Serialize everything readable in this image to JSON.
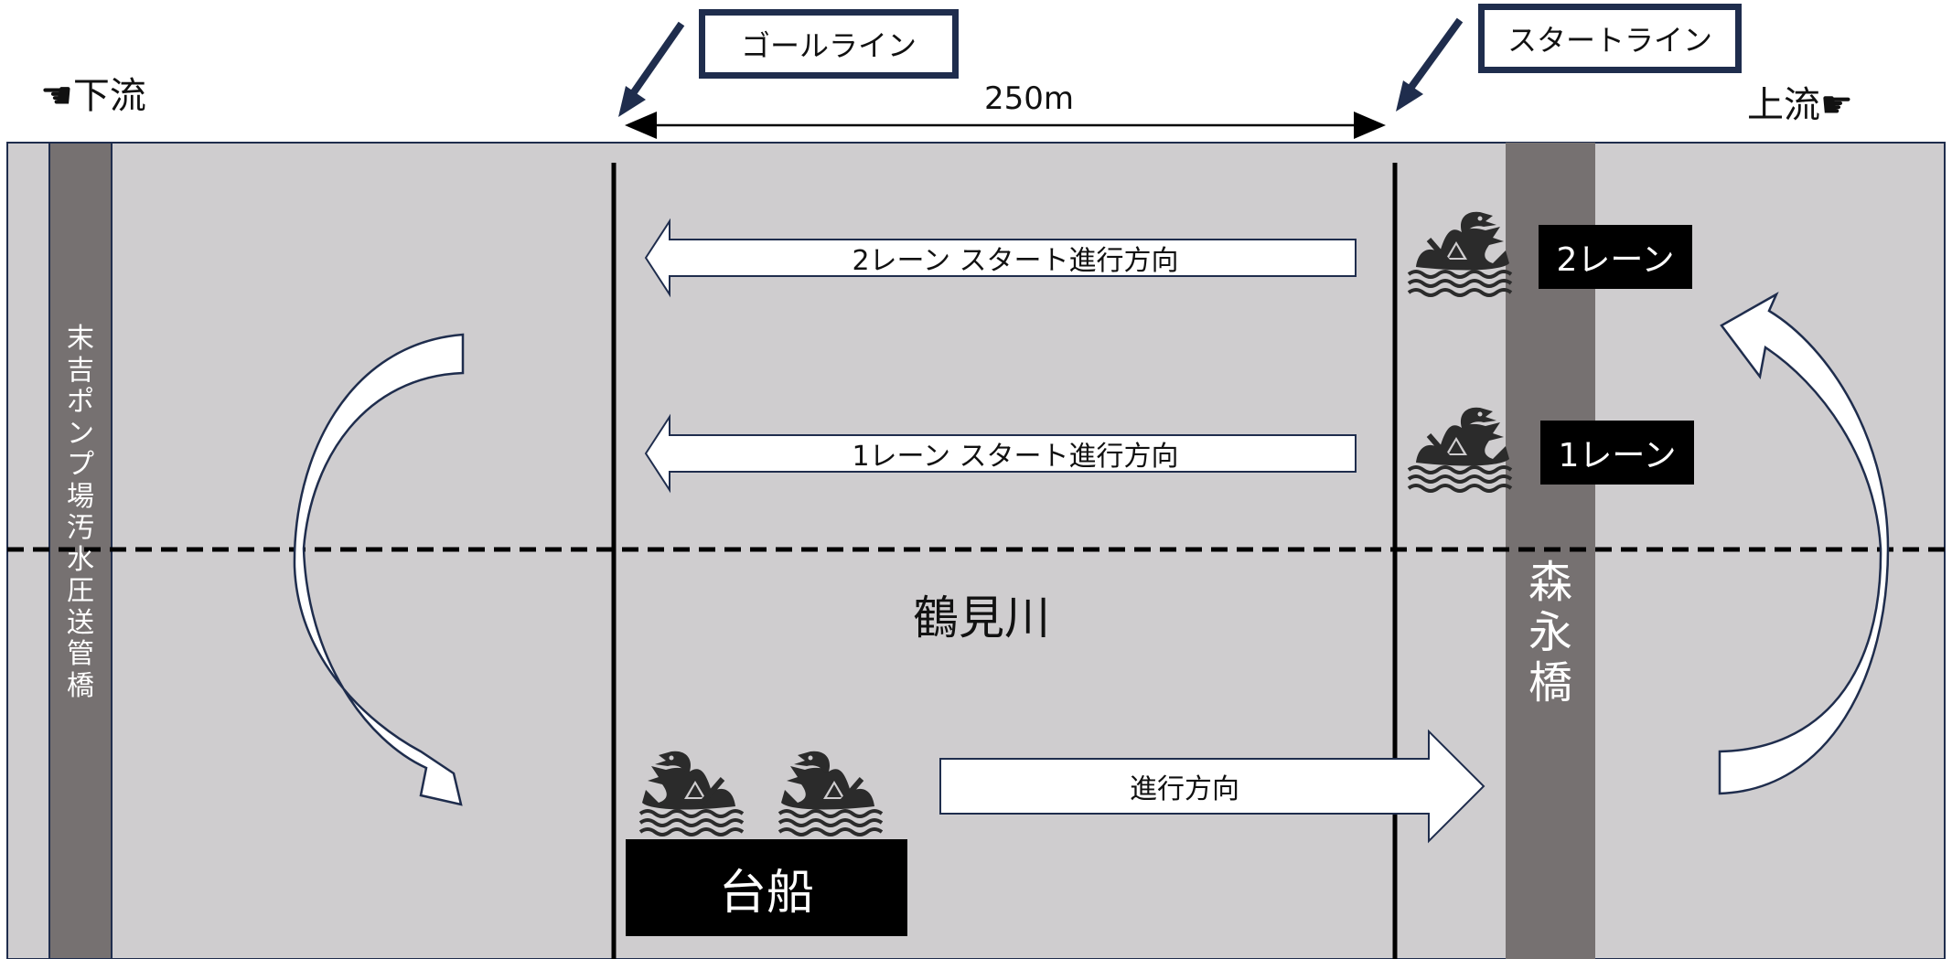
{
  "labels": {
    "downstream": "☚下流",
    "upstream": "上流☛",
    "goal_line": "ゴールライン",
    "start_line": "スタートライン",
    "distance": "250m",
    "river": "鶴見川",
    "left_bridge": [
      "末",
      "吉",
      "ポ",
      "ン",
      "プ",
      "場",
      "汚",
      "水",
      "圧",
      "送",
      "管",
      "橋"
    ],
    "right_bridge": [
      "森",
      "永",
      "橋"
    ],
    "lane2_arrow": "2レーン スタート進行方向",
    "lane1_arrow": "1レーン スタート進行方向",
    "lane2_tag": "2レーン",
    "lane1_tag": "1レーン",
    "forward_arrow": "進行方向",
    "barge": "台船"
  },
  "colors": {
    "river": "#cfcdcf",
    "bridge": "#767171",
    "outline": "#1f2d4d",
    "black": "#000000",
    "dragon": "#2b2b2b"
  },
  "icons": {
    "boat": "dragon-boat-icon"
  }
}
